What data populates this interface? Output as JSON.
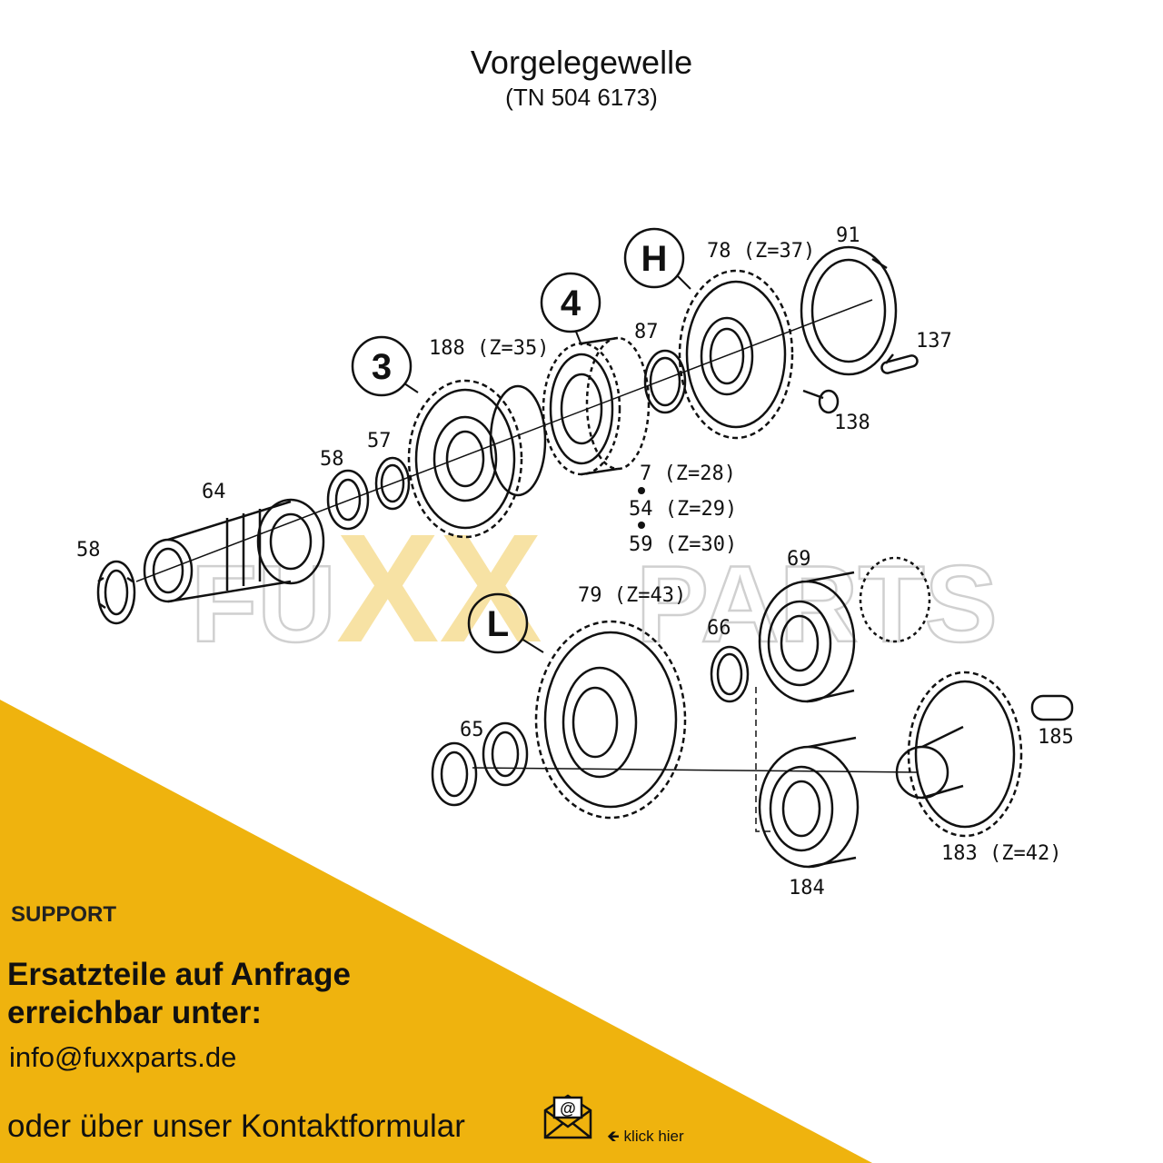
{
  "header": {
    "title": "Vorgelegewelle",
    "subtitle": "(TN 504 6173)"
  },
  "diagram": {
    "callouts": [
      "3",
      "4",
      "H",
      "L"
    ],
    "labels": {
      "p188": "188 (Z=35)",
      "p78": "78 (Z=37)",
      "p91": "91",
      "p87": "87",
      "p137": "137",
      "p138": "138",
      "p57": "57",
      "p58a": "58",
      "p64": "64",
      "p58b": "58",
      "p7": "7 (Z=28)",
      "p54": "54 (Z=29)",
      "p59": "59 (Z=30)",
      "p69": "69",
      "p79": "79 (Z=43)",
      "p66": "66",
      "p65": "65",
      "p185": "185",
      "p183": "183 (Z=42)",
      "p184": "184"
    }
  },
  "watermark": {
    "part1": "FU",
    "part2": "XX",
    "part3": "PARTS"
  },
  "support": {
    "heading": "SUPPORT",
    "request_line1": "Ersatzteile auf Anfrage",
    "request_line2": "erreichbar unter:",
    "email": "info@fuxxparts.de",
    "contact_text": "oder über unser Kontaktformular",
    "click_hint": "klick hier"
  },
  "colors": {
    "accent": "#EFB30E",
    "watermark_x": "#F5D57A",
    "line": "#111111"
  },
  "icons": {
    "mail": "mail-at-icon",
    "arrow": "arrow-left-icon"
  }
}
